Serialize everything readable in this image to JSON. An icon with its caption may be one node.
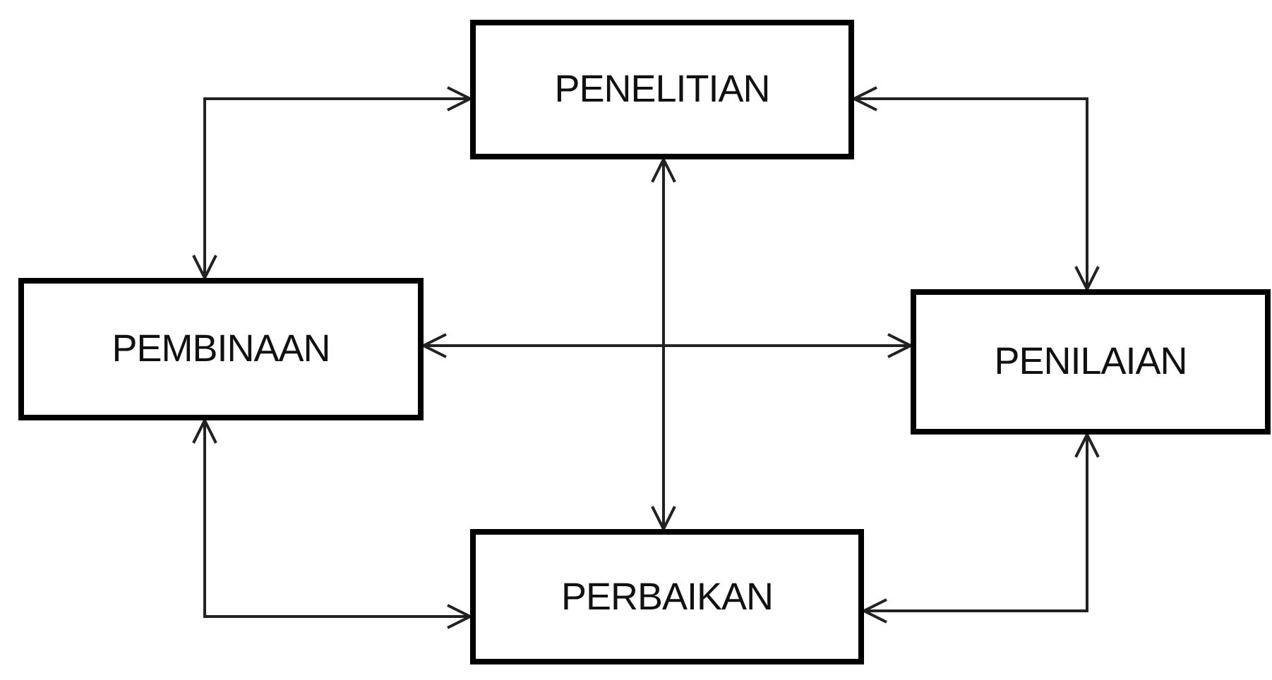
{
  "diagram": {
    "nodes": [
      {
        "text": [
          "PENELITIAN"
        ]
      },
      {
        "text": [
          "PEMBINAAN"
        ]
      },
      {
        "text": [
          "PENILAIAN"
        ]
      },
      {
        "text": [
          "PERBAIKAN"
        ]
      }
    ],
    "edges": [
      {
        "from": 0,
        "to": 1,
        "arrow": "both"
      },
      {
        "from": 0,
        "to": 2,
        "arrow": "both"
      },
      {
        "from": 0,
        "to": 3,
        "arrow": "both"
      },
      {
        "from": 1,
        "to": 2,
        "arrow": "both"
      },
      {
        "from": 1,
        "to": 3,
        "arrow": "both"
      },
      {
        "from": 2,
        "to": 3,
        "arrow": "both"
      }
    ]
  }
}
